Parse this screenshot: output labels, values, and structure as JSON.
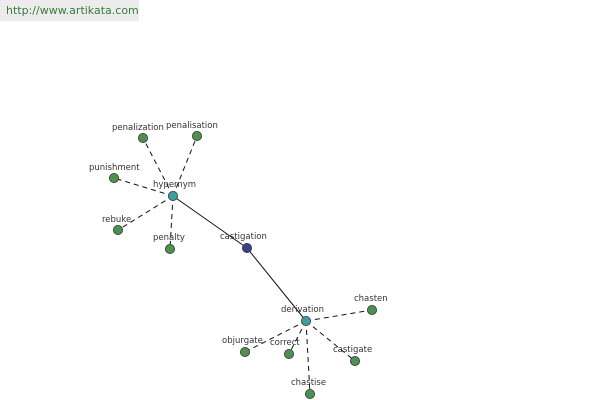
{
  "header": {
    "url": "http://www.artikata.com"
  },
  "graph": {
    "colors": {
      "center": "#3f3f8f",
      "hub": "#3f9f9f",
      "leaf": "#4f8f4f"
    },
    "nodes": [
      {
        "id": "castigation",
        "label": "castigation",
        "kind": "center"
      },
      {
        "id": "hypernym",
        "label": "hypernym",
        "kind": "hub"
      },
      {
        "id": "derivation",
        "label": "derivation",
        "kind": "hub"
      },
      {
        "id": "penalization",
        "label": "penalization",
        "kind": "leaf"
      },
      {
        "id": "penalisation",
        "label": "penalisation",
        "kind": "leaf"
      },
      {
        "id": "punishment",
        "label": "punishment",
        "kind": "leaf"
      },
      {
        "id": "rebuke",
        "label": "rebuke",
        "kind": "leaf"
      },
      {
        "id": "penalty",
        "label": "penalty",
        "kind": "leaf"
      },
      {
        "id": "chasten",
        "label": "chasten",
        "kind": "leaf"
      },
      {
        "id": "objurgate",
        "label": "objurgate",
        "kind": "leaf"
      },
      {
        "id": "correct",
        "label": "correct",
        "kind": "leaf"
      },
      {
        "id": "castigate",
        "label": "castigate",
        "kind": "leaf"
      },
      {
        "id": "chastise",
        "label": "chastise",
        "kind": "leaf"
      }
    ],
    "edges": [
      {
        "from": "castigation",
        "to": "hypernym",
        "style": "solid"
      },
      {
        "from": "castigation",
        "to": "derivation",
        "style": "solid"
      },
      {
        "from": "hypernym",
        "to": "penalization",
        "style": "dashed"
      },
      {
        "from": "hypernym",
        "to": "penalisation",
        "style": "dashed"
      },
      {
        "from": "hypernym",
        "to": "punishment",
        "style": "dashed"
      },
      {
        "from": "hypernym",
        "to": "rebuke",
        "style": "dashed"
      },
      {
        "from": "hypernym",
        "to": "penalty",
        "style": "dashed"
      },
      {
        "from": "derivation",
        "to": "chasten",
        "style": "dashed"
      },
      {
        "from": "derivation",
        "to": "objurgate",
        "style": "dashed"
      },
      {
        "from": "derivation",
        "to": "correct",
        "style": "dashed"
      },
      {
        "from": "derivation",
        "to": "castigate",
        "style": "dashed"
      },
      {
        "from": "derivation",
        "to": "chastise",
        "style": "dashed"
      }
    ]
  }
}
